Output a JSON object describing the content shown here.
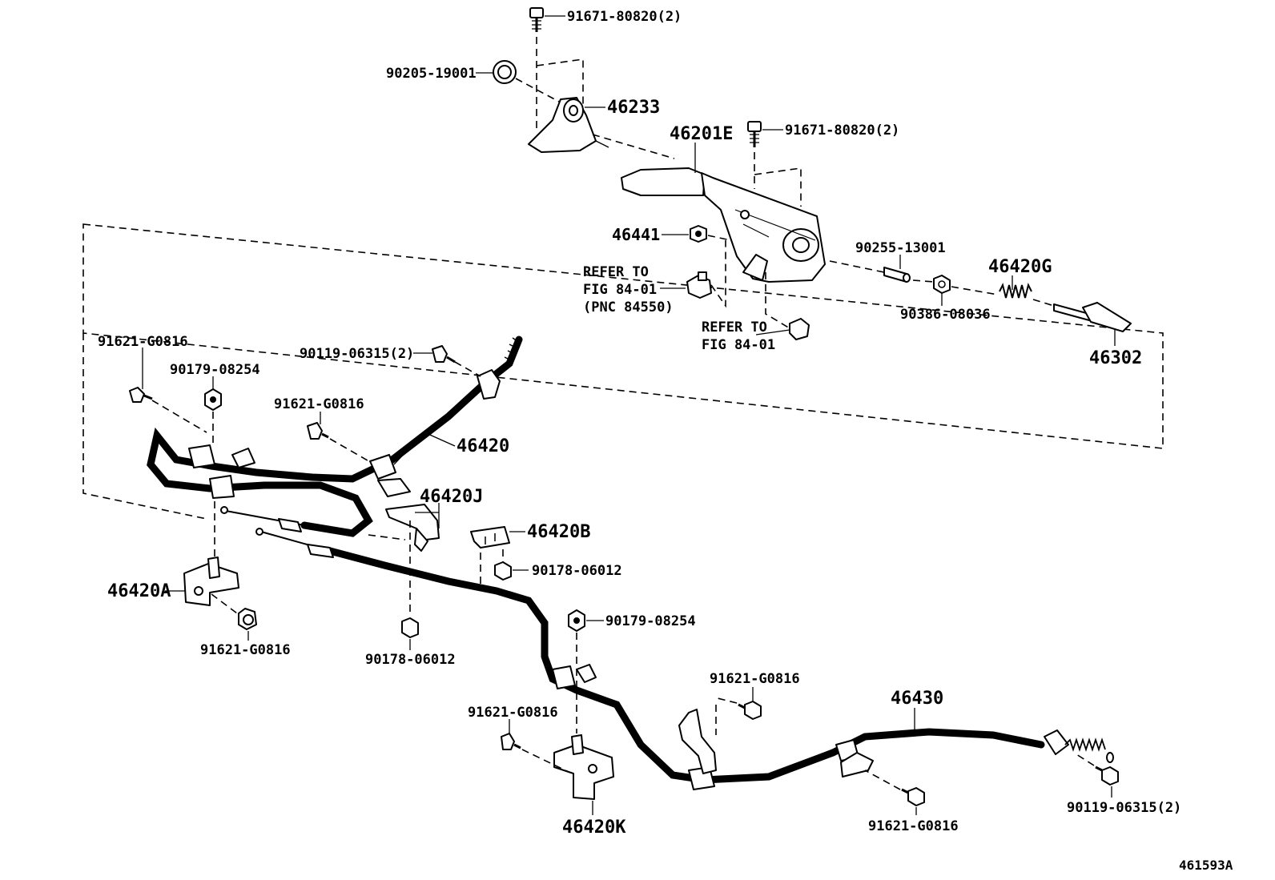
{
  "diagram_code": "461593A",
  "parts": {
    "bolt_top": "91671-80820(2)",
    "washer_top": "90205-19001",
    "bracket_46233": "46233",
    "lever_46201e": "46201E",
    "bolt_lever": "91671-80820(2)",
    "nut_46441": "46441",
    "refer_switch": "REFER TO\nFIG 84-01\n(PNC 84550)",
    "refer_bolt": "REFER TO\nFIG 84-01",
    "pin_90255": "90255-13001",
    "spring_46420g": "46420G",
    "nut_90386": "90386-08036",
    "rod_46302": "46302",
    "bolt_left_top": "91621-G0816",
    "nut_left": "90179-08254",
    "bolt_cable_top": "90119-06315(2)",
    "bolt_left_mid": "91621-G0816",
    "cable_46420": "46420",
    "bracket_46420j": "46420J",
    "clip_46420b": "46420B",
    "nut_clip": "90178-06012",
    "bracket_46420a": "46420A",
    "bolt_46420a": "91621-G0816",
    "nut_center": "90178-06012",
    "nut_center_right": "90179-08254",
    "bolt_right_mid": "91621-G0816",
    "bolt_46420k": "91621-G0816",
    "bracket_46420k": "46420K",
    "cable_46430": "46430",
    "bolt_bottom_right": "91621-G0816",
    "bolt_cable_end": "90119-06315(2)"
  }
}
